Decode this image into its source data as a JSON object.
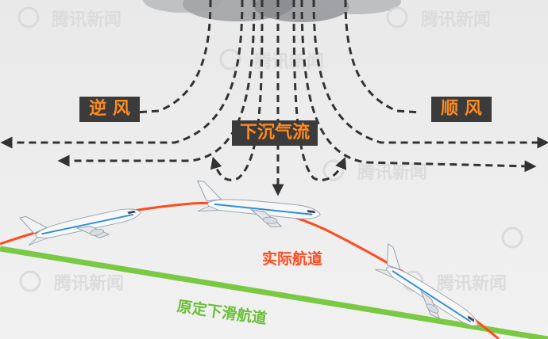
{
  "labels": {
    "headwind": "逆 风",
    "tailwind": "顺 风",
    "downdraft": "下沉气流",
    "actual_path": "实际航道",
    "planned_glide_path": "原定下滑航道"
  },
  "watermark": "腾讯新闻",
  "colors": {
    "box_bg": "#3b3b3b",
    "box_text": "#ff8a1e",
    "actual_path": "#ff4b1f",
    "planned_path": "#7ac943",
    "arrows": "#333333"
  },
  "icons": [
    "airplane-icon",
    "cloud-icon",
    "watermark-logo-icon"
  ]
}
